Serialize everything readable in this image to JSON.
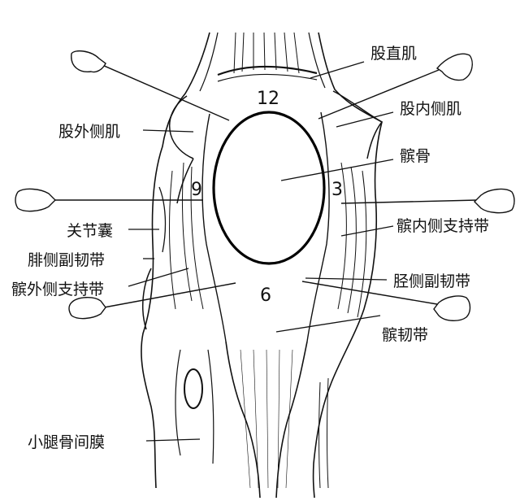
{
  "labels": {
    "rectus_femoris": "股直肌",
    "vastus_lateralis": "股外侧肌",
    "vastus_medialis": "股内侧肌",
    "patella": "髌骨",
    "joint_capsule": "关节囊",
    "fibular_collateral_ligament": "腓侧副韧带",
    "lateral_patellar_retinaculum": "髌外侧支持带",
    "medial_patellar_retinaculum": "髌内侧支持带",
    "tibial_collateral_ligament": "胫侧副韧带",
    "patellar_ligament": "髌韧带",
    "interosseous_membrane": "小腿骨间膜"
  },
  "clock_numbers": {
    "top": "12",
    "right": "3",
    "bottom": "6",
    "left": "9"
  },
  "icons": [
    "retractor-pin-icon"
  ]
}
